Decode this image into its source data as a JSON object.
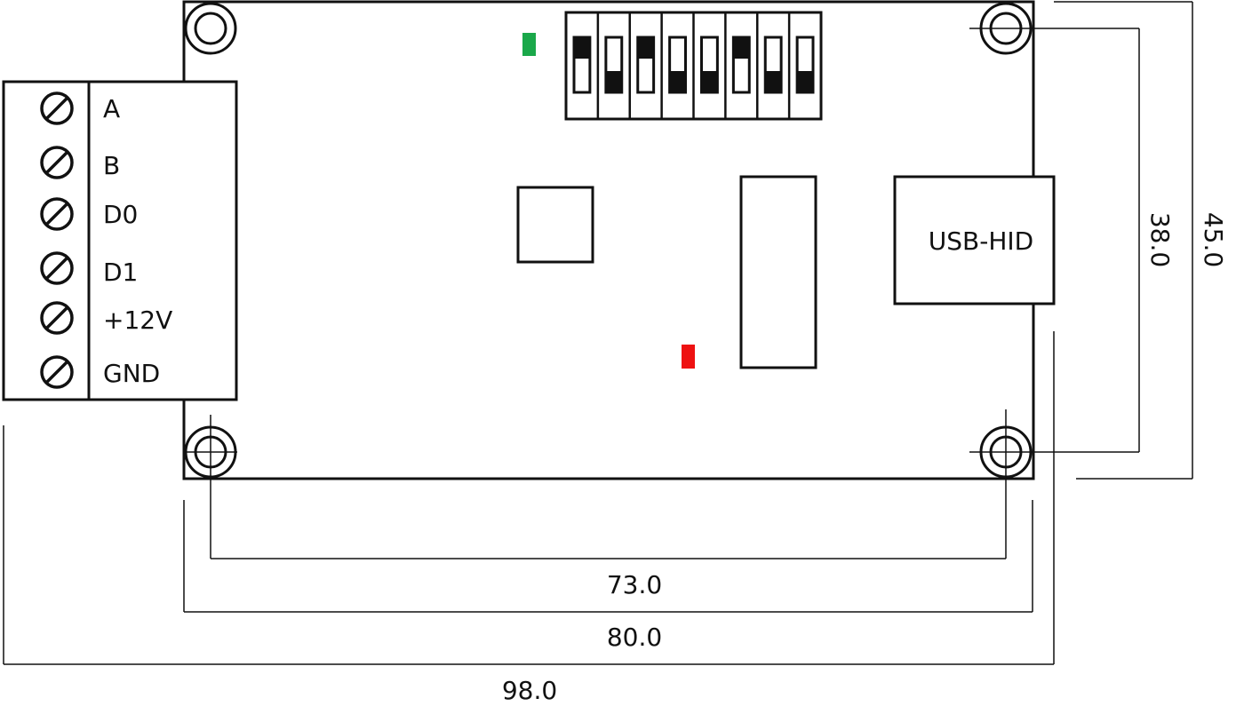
{
  "terminal_block": {
    "labels": [
      "A",
      "B",
      "D0",
      "D1",
      "+12V",
      "GND"
    ]
  },
  "connector": {
    "label": "USB-HID"
  },
  "dip_switch": {
    "positions": [
      "up",
      "down",
      "up",
      "down",
      "down",
      "up",
      "down",
      "down"
    ]
  },
  "leds": {
    "green": "#1aa84a",
    "red": "#ee1111"
  },
  "dimensions": {
    "mount_hole_spacing_x": "73.0",
    "board_width": "80.0",
    "overall_width": "98.0",
    "mount_hole_spacing_y": "38.0",
    "board_height": "45.0"
  }
}
